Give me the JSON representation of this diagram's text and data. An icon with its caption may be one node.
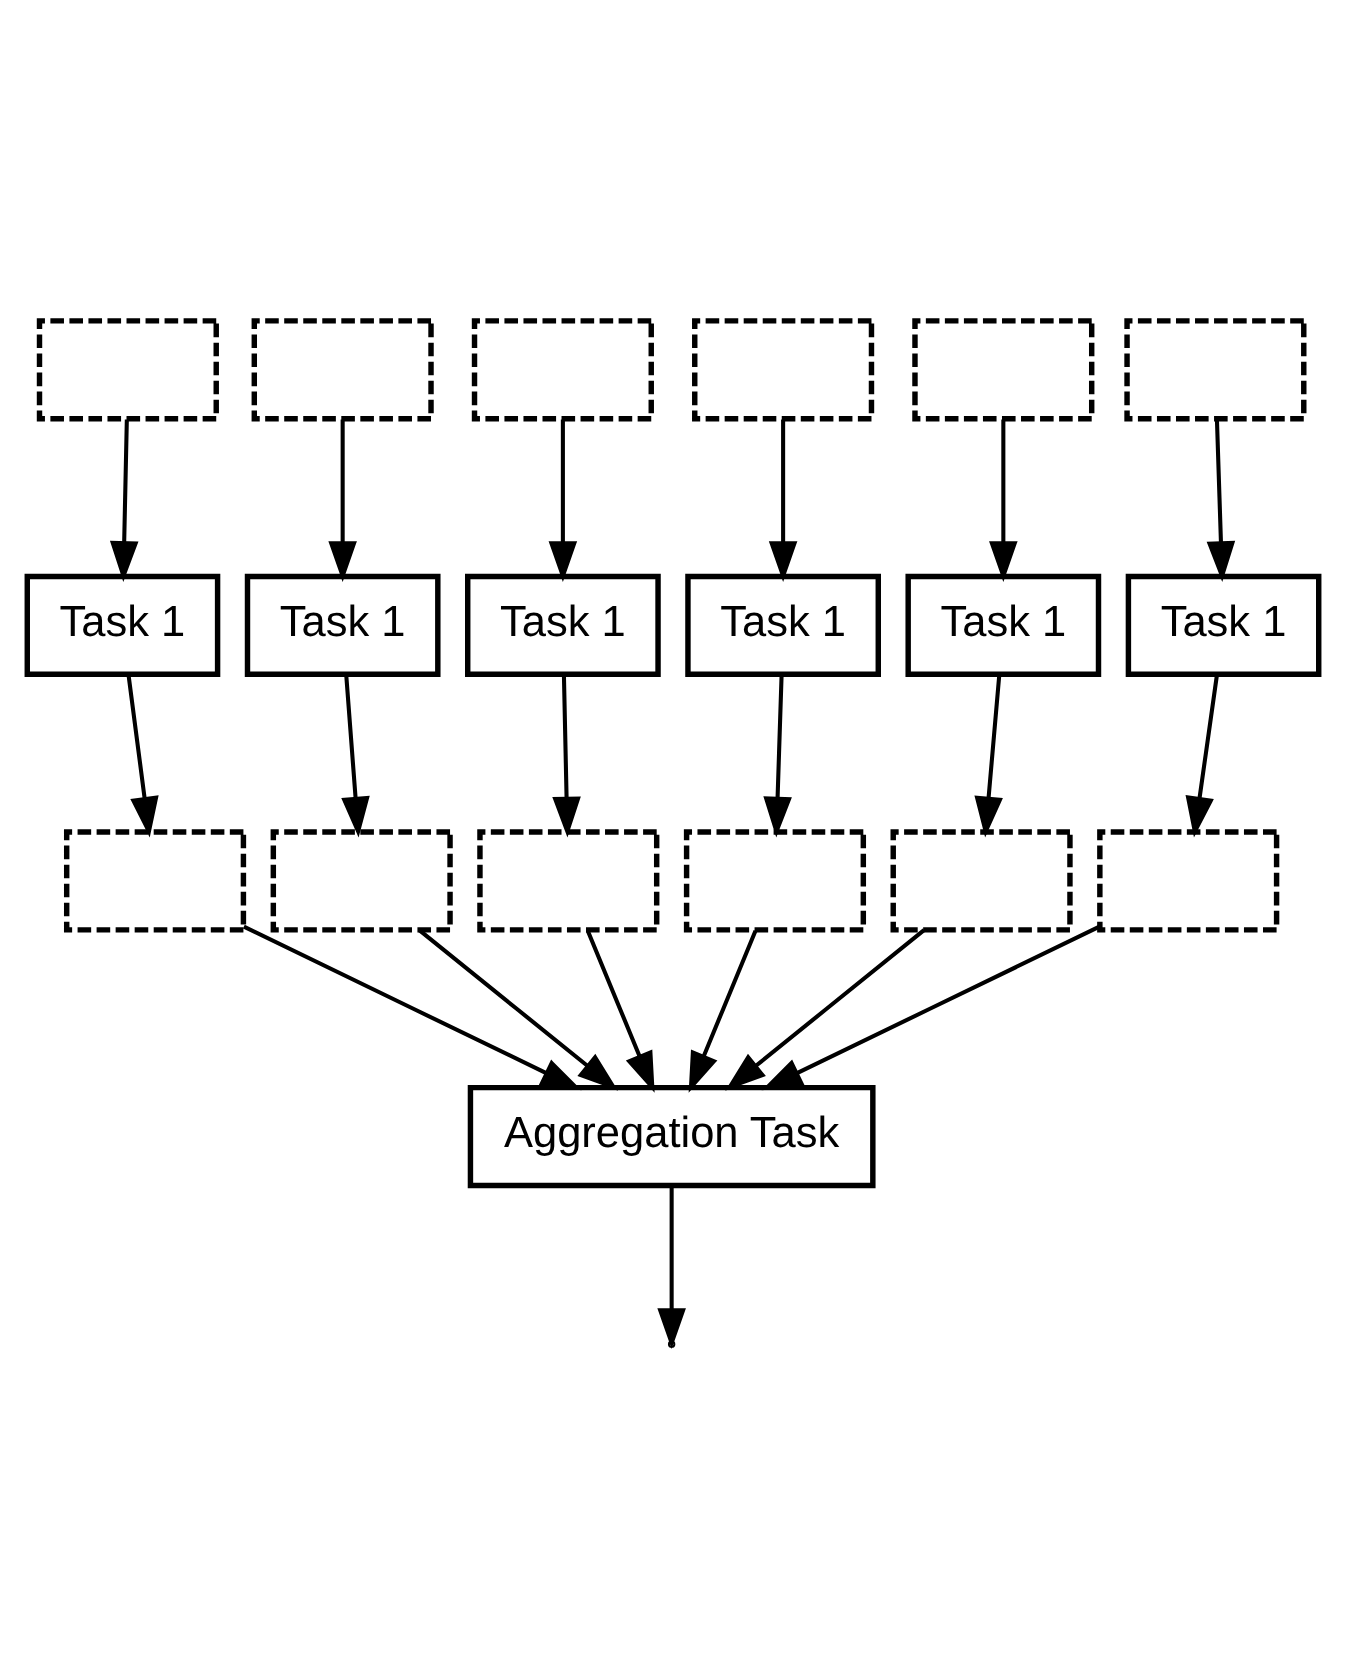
{
  "diagram": {
    "nodes": [
      {
        "text": [],
        "shape": "box"
      },
      {
        "text": [],
        "shape": "box"
      },
      {
        "text": [],
        "shape": "box"
      },
      {
        "text": [],
        "shape": "box"
      },
      {
        "text": [],
        "shape": "box"
      },
      {
        "text": [],
        "shape": "box"
      },
      {
        "text": [
          "Task 1"
        ]
      },
      {
        "text": [
          "Task 1"
        ]
      },
      {
        "text": [
          "Task 1"
        ]
      },
      {
        "text": [
          "Task 1"
        ]
      },
      {
        "text": [
          "Task 1"
        ]
      },
      {
        "text": [
          "Task 1"
        ]
      },
      {
        "text": [],
        "shape": "box"
      },
      {
        "text": [],
        "shape": "box"
      },
      {
        "text": [],
        "shape": "box"
      },
      {
        "text": [],
        "shape": "box"
      },
      {
        "text": [],
        "shape": "box"
      },
      {
        "text": [],
        "shape": "box"
      },
      {
        "text": [
          "Aggregation Task"
        ]
      }
    ],
    "edges": [
      {
        "from": 0,
        "to": 6,
        "arrow": "to"
      },
      {
        "from": 1,
        "to": 7,
        "arrow": "to"
      },
      {
        "from": 2,
        "to": 8,
        "arrow": "to"
      },
      {
        "from": 3,
        "to": 9,
        "arrow": "to"
      },
      {
        "from": 4,
        "to": 10,
        "arrow": "to"
      },
      {
        "from": 5,
        "to": 11,
        "arrow": "to"
      },
      {
        "from": 6,
        "to": 12,
        "arrow": "to"
      },
      {
        "from": 7,
        "to": 13,
        "arrow": "to"
      },
      {
        "from": 8,
        "to": 14,
        "arrow": "to"
      },
      {
        "from": 9,
        "to": 15,
        "arrow": "to"
      },
      {
        "from": 10,
        "to": 16,
        "arrow": "to"
      },
      {
        "from": 11,
        "to": 17,
        "arrow": "to"
      },
      {
        "from": 12,
        "to": 18,
        "arrow": "to"
      },
      {
        "from": 13,
        "to": 18,
        "arrow": "to"
      },
      {
        "from": 14,
        "to": 18,
        "arrow": "to"
      },
      {
        "from": 15,
        "to": 18,
        "arrow": "to"
      },
      {
        "from": 16,
        "to": 18,
        "arrow": "to"
      },
      {
        "from": 17,
        "to": 18,
        "arrow": "to"
      },
      {
        "from": 18,
        "to": null,
        "arrow": "to"
      }
    ]
  }
}
